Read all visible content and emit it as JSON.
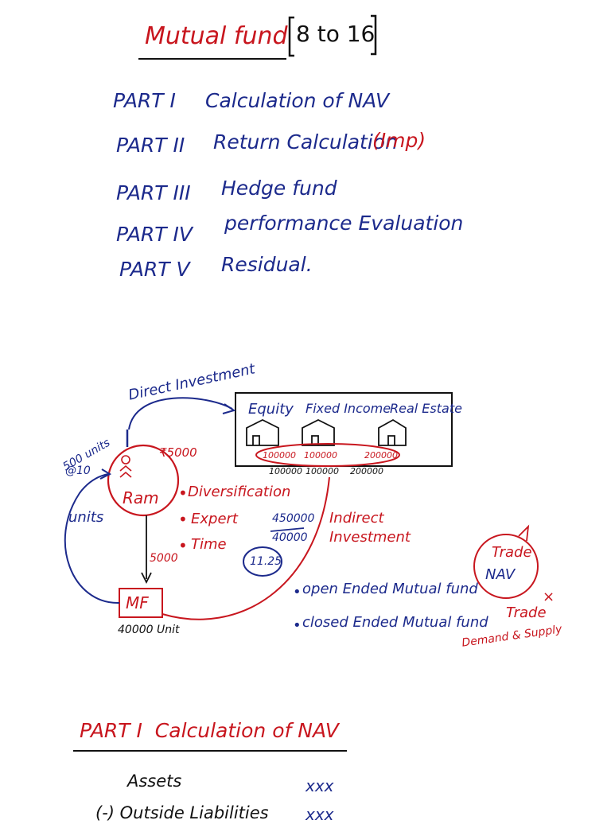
{
  "header": {
    "title": "Mutual fund",
    "chapters": "8 to 16"
  },
  "contents": [
    {
      "part": "PART I",
      "topic": "Calculation of NAV",
      "note": ""
    },
    {
      "part": "PART II",
      "topic": "Return Calculation",
      "note": "(Imp)"
    },
    {
      "part": "PART III",
      "topic": "Hedge fund",
      "note": ""
    },
    {
      "part": "PART IV",
      "topic": "performance Evaluation",
      "note": ""
    },
    {
      "part": "PART V",
      "topic": "Residual.",
      "note": ""
    }
  ],
  "diagram": {
    "direct_investment": "Direct Investment",
    "assets": [
      "Equity",
      "Fixed Income",
      "Real Estate"
    ],
    "asset_values_red": [
      "100000",
      "100000",
      "200000"
    ],
    "asset_values_blue": [
      "100000",
      "100000",
      "200000"
    ],
    "investor_units": "500 units",
    "investor_price": "@10",
    "investor_amount": "₹5000",
    "investor_name": "Ram",
    "units_label": "units",
    "benefits": [
      "Diversification",
      "Expert",
      "Time"
    ],
    "invested_amount": "5000",
    "nav_numerator": "450000",
    "nav_denominator": "40000",
    "nav_value": "11.25",
    "indirect_investment": "Indirect Investment",
    "mf_label": "MF",
    "mf_units": "40000 Unit",
    "trade_label": "Trade",
    "nav_label": "NAV",
    "open_ended": "open Ended Mutual fund",
    "closed_ended": "closed Ended Mutual fund",
    "closed_trade": "Trade",
    "closed_cross": "×",
    "demand_supply": "Demand & Supply"
  },
  "section": {
    "title": "PART I  Calculation of NAV",
    "rows": [
      {
        "label": "Assets",
        "value": "xxx"
      },
      {
        "label": "(-) Outside Liabilities",
        "value": "xxx"
      }
    ]
  }
}
